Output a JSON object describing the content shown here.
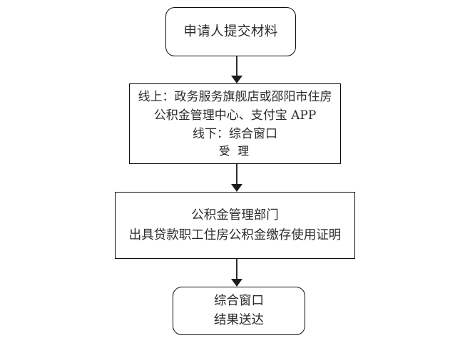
{
  "diagram": {
    "type": "flowchart",
    "orientation": "top-to-bottom",
    "background_color": "#ffffff",
    "border_color": "#0d0d0d",
    "text_color": "#2b2b2b",
    "arrow_color": "#1c1c1c",
    "nodes": [
      {
        "id": "submit",
        "shape": "rounded-rectangle",
        "lines": [
          "申请人提交材料"
        ]
      },
      {
        "id": "accept",
        "shape": "rectangle",
        "lines": [
          "线上：政务服务旗舰店或邵阳市住房",
          "公积金管理中心、支付宝 APP",
          "线下：综合窗口",
          "受 理"
        ]
      },
      {
        "id": "dept",
        "shape": "rectangle",
        "lines": [
          "公积金管理部门",
          "出具贷款职工住房公积金缴存使用证明"
        ]
      },
      {
        "id": "result",
        "shape": "rounded-rectangle",
        "lines": [
          "综合窗口",
          "结果送达"
        ]
      }
    ],
    "connectors": [
      {
        "id": "arrow-1",
        "from": "submit",
        "to": "accept",
        "style": "solid-arrow-down"
      },
      {
        "id": "arrow-2",
        "from": "accept",
        "to": "dept",
        "style": "solid-arrow-down"
      },
      {
        "id": "arrow-3",
        "from": "dept",
        "to": "result",
        "style": "solid-arrow-down"
      }
    ]
  }
}
